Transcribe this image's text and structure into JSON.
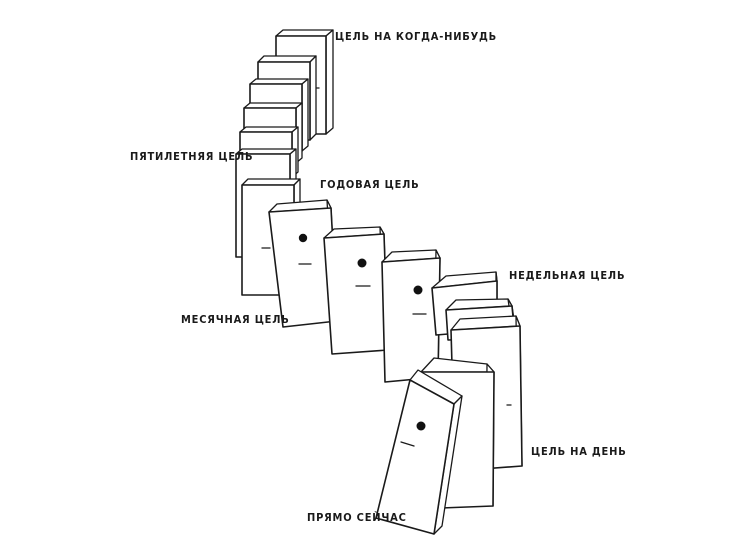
{
  "labels": {
    "someday": "ЦЕЛЬ НА КОГДА-НИБУДЬ",
    "five_year": "ПЯТИЛЕТНЯЯ ЦЕЛЬ",
    "yearly": "ГОДОВАЯ ЦЕЛЬ",
    "monthly": "МЕСЯЧНАЯ ЦЕЛЬ",
    "weekly": "НЕДЕЛЬНАЯ ЦЕЛЬ",
    "daily": "ЦЕЛЬ НА ДЕНЬ",
    "right_now": "ПРЯМО СЕЙЧАС"
  }
}
